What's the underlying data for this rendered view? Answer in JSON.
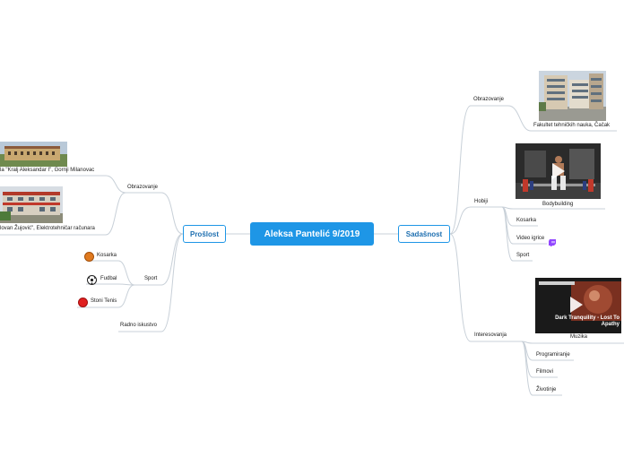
{
  "central": {
    "title": "Aleksa Pantelić 9/2019"
  },
  "left": {
    "title": "Prošlost",
    "obrazovanje": {
      "label": "Obrazovanje",
      "school1": "la \"Kralj Aleksandar I\", Gornji Milanovac",
      "school2": "lovan Žujović\", Elektrotehničar računara"
    },
    "sport": {
      "label": "Sport",
      "items": [
        "Kosarka",
        "Fudbal",
        "Stoni Tenis"
      ]
    },
    "radno": "Radno iskustvo"
  },
  "right": {
    "title": "Sadašnost",
    "obrazovanje": {
      "label": "Obrazovanje",
      "caption": "Fakultet tehničkih nauka, Čačak"
    },
    "hobiji": {
      "label": "Hobiji",
      "video_caption": "Bodybuilding",
      "items": [
        "Kosarka",
        "Video igrice",
        "Sport"
      ]
    },
    "interesovanja": {
      "label": "Interesovanja",
      "video_caption": "Muzika",
      "video_title": "Dark Tranquility - Lost To Apathy",
      "items": [
        "Programiranje",
        "Filmovi",
        "Životinje"
      ]
    }
  },
  "colors": {
    "accent": "#1e96e6",
    "edge": "#c8d0d8"
  }
}
